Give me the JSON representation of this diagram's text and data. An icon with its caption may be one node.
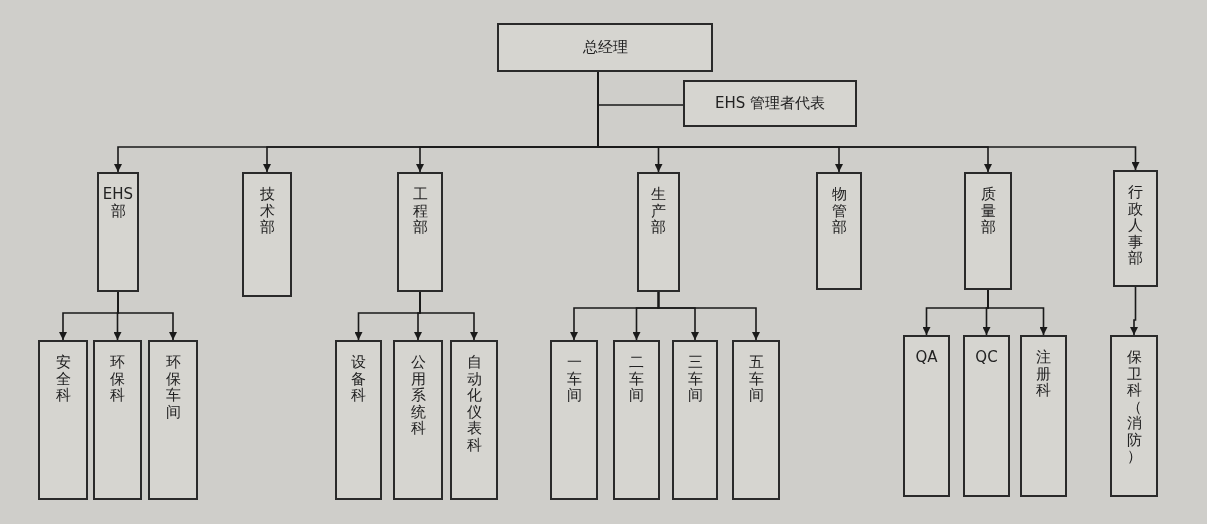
{
  "diagram": {
    "nodes": [
      {
        "text": [
          "总经理"
        ]
      },
      {
        "text": [
          "EHS 管理者代表"
        ]
      },
      {
        "text": [
          "EHS部"
        ]
      },
      {
        "text": [
          "技术部"
        ]
      },
      {
        "text": [
          "工程部"
        ]
      },
      {
        "text": [
          "生产部"
        ]
      },
      {
        "text": [
          "物管部"
        ]
      },
      {
        "text": [
          "质量部"
        ]
      },
      {
        "text": [
          "行政人事部"
        ]
      },
      {
        "text": [
          "安全科"
        ]
      },
      {
        "text": [
          "环保科"
        ]
      },
      {
        "text": [
          "环保车间"
        ]
      },
      {
        "text": [
          "设备科"
        ]
      },
      {
        "text": [
          "公用系统科"
        ]
      },
      {
        "text": [
          "自动化仪表科"
        ]
      },
      {
        "text": [
          "一车间"
        ]
      },
      {
        "text": [
          "二车间"
        ]
      },
      {
        "text": [
          "三车间"
        ]
      },
      {
        "text": [
          "五车间"
        ]
      },
      {
        "text": [
          "QA"
        ]
      },
      {
        "text": [
          "QC"
        ]
      },
      {
        "text": [
          "注册科"
        ]
      },
      {
        "text": [
          "保卫科（消防）"
        ]
      }
    ],
    "edges": [
      {
        "from": 0,
        "to": 1,
        "arrow": "none"
      },
      {
        "from": 0,
        "to": 2,
        "arrow": "to"
      },
      {
        "from": 0,
        "to": 3,
        "arrow": "to"
      },
      {
        "from": 0,
        "to": 4,
        "arrow": "to"
      },
      {
        "from": 0,
        "to": 5,
        "arrow": "to"
      },
      {
        "from": 0,
        "to": 6,
        "arrow": "to"
      },
      {
        "from": 0,
        "to": 7,
        "arrow": "to"
      },
      {
        "from": 0,
        "to": 8,
        "arrow": "to"
      },
      {
        "from": 2,
        "to": 9,
        "arrow": "to"
      },
      {
        "from": 2,
        "to": 10,
        "arrow": "to"
      },
      {
        "from": 2,
        "to": 11,
        "arrow": "to"
      },
      {
        "from": 4,
        "to": 12,
        "arrow": "to"
      },
      {
        "from": 4,
        "to": 13,
        "arrow": "to"
      },
      {
        "from": 4,
        "to": 14,
        "arrow": "to"
      },
      {
        "from": 5,
        "to": 15,
        "arrow": "to"
      },
      {
        "from": 5,
        "to": 16,
        "arrow": "to"
      },
      {
        "from": 5,
        "to": 17,
        "arrow": "to"
      },
      {
        "from": 5,
        "to": 18,
        "arrow": "to"
      },
      {
        "from": 7,
        "to": 19,
        "arrow": "to"
      },
      {
        "from": 7,
        "to": 20,
        "arrow": "to"
      },
      {
        "from": 7,
        "to": 21,
        "arrow": "to"
      },
      {
        "from": 8,
        "to": 22,
        "arrow": "to"
      }
    ]
  }
}
